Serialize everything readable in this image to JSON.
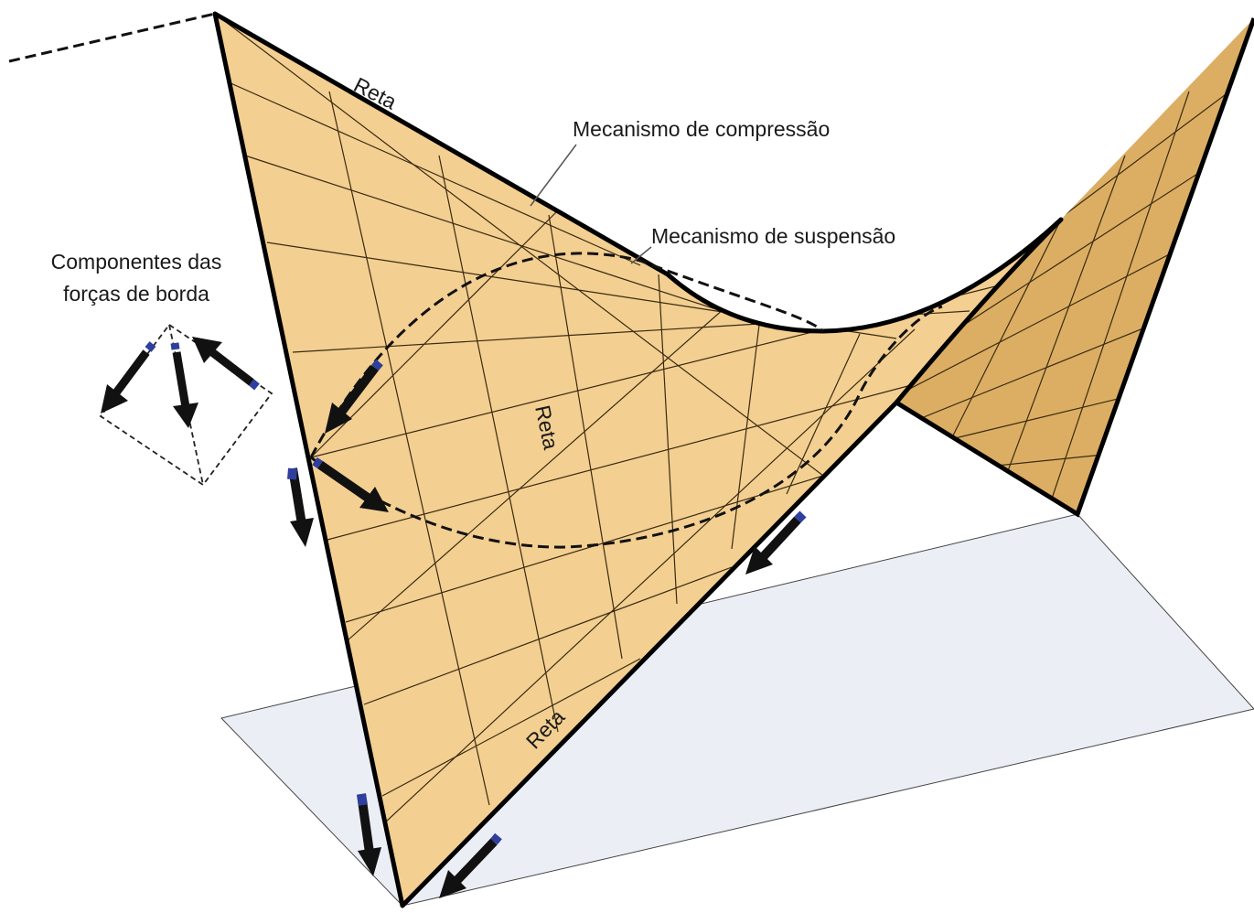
{
  "labels": {
    "edge_top": "Reta",
    "edge_middle": "Reta",
    "edge_bottom": "Reta",
    "compression": "Mecanismo de compressão",
    "suspension": "Mecanismo de suspensão",
    "edge_forces_line1": "Componentes das",
    "edge_forces_line2": "forças de borda"
  },
  "colors": {
    "surface_front": "#f3cf91",
    "surface_back": "#dcae63",
    "ground_plane": "#eceef6",
    "outline": "#000000",
    "arrow": "#111111",
    "arrow_band": "#2f3f9e"
  }
}
